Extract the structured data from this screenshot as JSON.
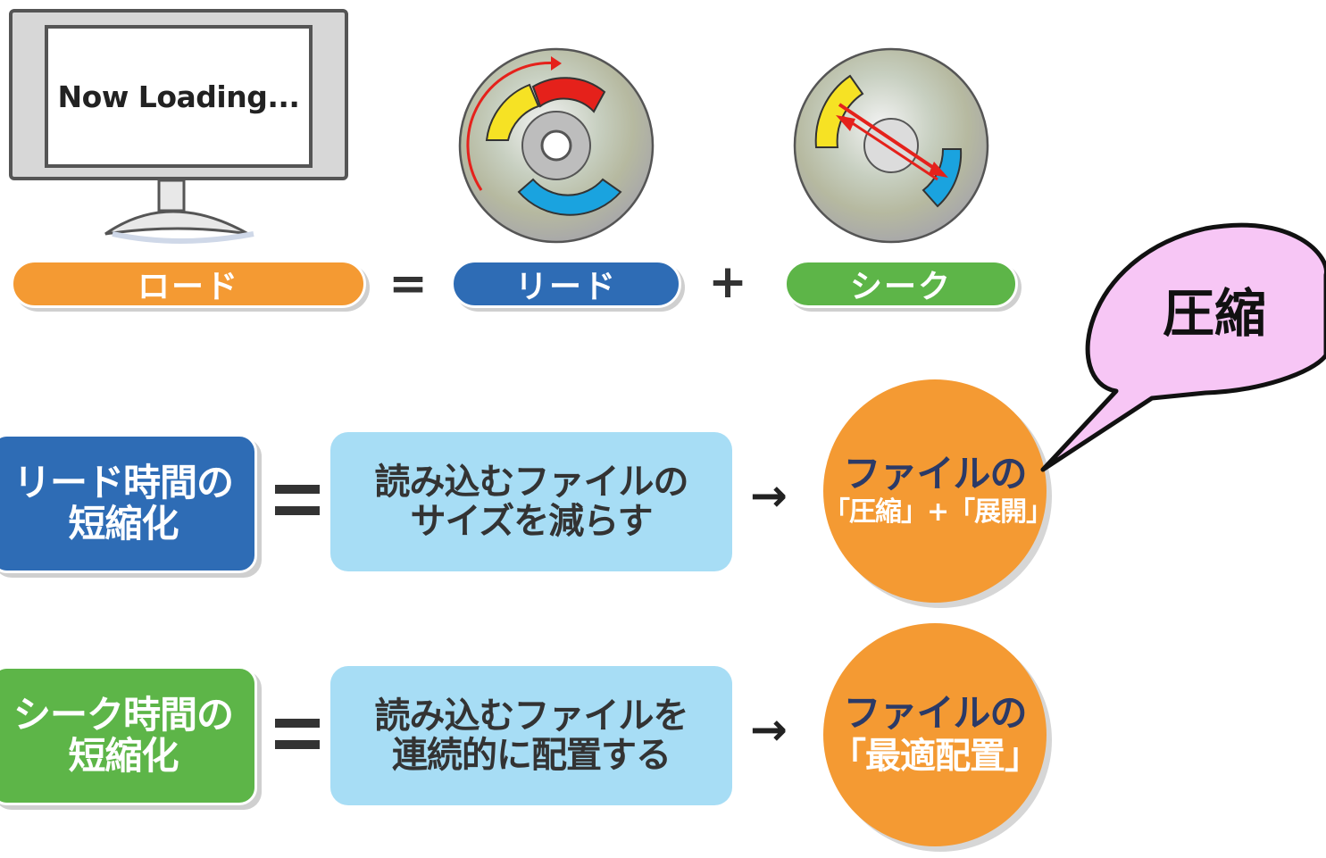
{
  "monitor": {
    "screen_text": "Now Loading..."
  },
  "equation": {
    "load": "ロード",
    "equals": "=",
    "read": "リード",
    "plus": "+",
    "seek": "シーク"
  },
  "rows": [
    {
      "label": "リード時間の\n短縮化",
      "description": "読み込むファイルの\nサイズを減らす",
      "arrow": "→",
      "result_top": "ファイルの",
      "result_bottom": "「圧縮」+「展開」"
    },
    {
      "label": "シーク時間の\n短縮化",
      "description": "読み込むファイルを\n連続的に配置する",
      "arrow": "→",
      "result_top": "ファイルの",
      "result_bottom": "「最適配置」"
    }
  ],
  "callout": {
    "text": "圧縮"
  },
  "colors": {
    "orange": "#f49a33",
    "blue": "#2e6cb5",
    "green": "#5db548",
    "light_blue": "#a7ddf5",
    "callout_fill": "#f7c6f5",
    "disc_red": "#e5211b",
    "disc_yellow": "#f6e224",
    "disc_blue": "#1aa3df"
  }
}
